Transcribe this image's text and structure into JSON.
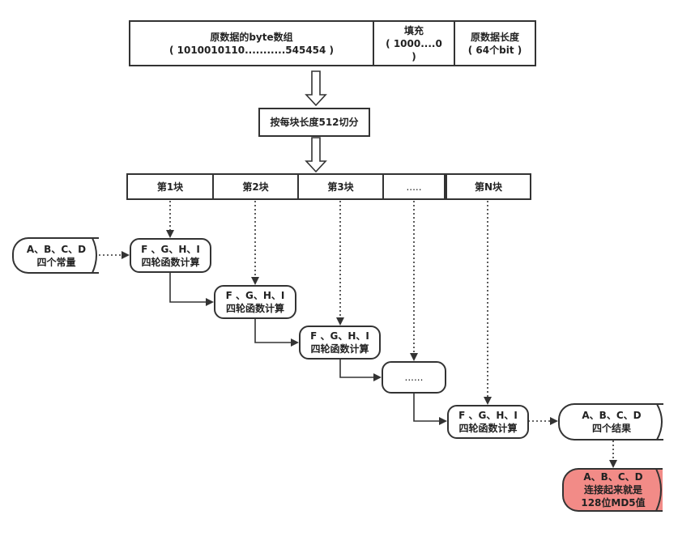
{
  "header": {
    "bytes": {
      "line1": "原数据的byte数组",
      "line2": "( 1010010110...........545454 )"
    },
    "padding": {
      "line1": "填充",
      "line2": "( 1000....0",
      "line3": ")"
    },
    "length": {
      "line1": "原数据长度",
      "line2": "( 64个bit )"
    }
  },
  "split_label": "按每块长度512切分",
  "blocks": [
    "第1块",
    "第2块",
    "第3块",
    ".....",
    "第N块"
  ],
  "constants": {
    "line1": "A、B、C、D",
    "line2": "四个常量"
  },
  "round_fn": {
    "line1": "F 、G、H、I",
    "line2": "四轮函数计算"
  },
  "ellipsis_node": "......",
  "result": {
    "line1": "A、B、C、D",
    "line2": "四个结果"
  },
  "final": {
    "line1": "A、B、C、D",
    "line2": "连接起来就是",
    "line3": "128位MD5值",
    "fill": "#f28b87"
  }
}
